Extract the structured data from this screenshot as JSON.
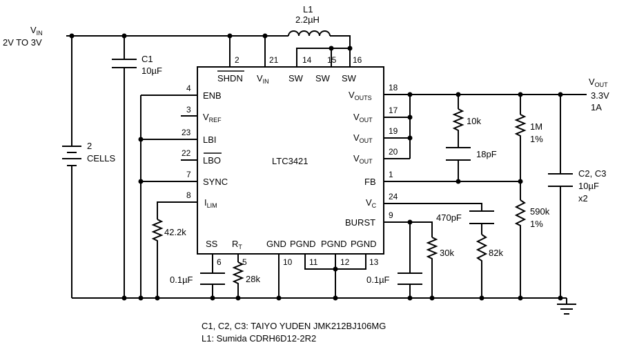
{
  "vin": {
    "name": "V",
    "sub": "IN",
    "desc": "2V TO 3V"
  },
  "vout": {
    "name": "V",
    "sub": "OUT",
    "v": "3.3V",
    "i": "1A"
  },
  "inductor": {
    "ref": "L1",
    "value": "2.2µH"
  },
  "c1": {
    "ref": "C1",
    "value": "10µF"
  },
  "battery": {
    "n": "2",
    "label": "CELLS"
  },
  "ic": {
    "name": "LTC3421"
  },
  "pins": {
    "enb": "ENB",
    "vref_v": "V",
    "vref_sub": "REF",
    "lbi": "LBI",
    "lbo": "LBO",
    "sync": "SYNC",
    "ilim_i": "I",
    "ilim_sub": "LIM",
    "shdn": "SHDN",
    "vin_v": "V",
    "vin_sub": "IN",
    "sw": "SW",
    "vouts_v": "V",
    "vouts_sub": "OUTS",
    "vout_v": "V",
    "vout_sub": "OUT",
    "fb": "FB",
    "vc_v": "V",
    "vc_sub": "C",
    "burst": "BURST",
    "ss": "SS",
    "rt_r": "R",
    "rt_sub": "T",
    "gnd": "GND",
    "pgnd": "PGND"
  },
  "pin_numbers": {
    "p2": "2",
    "p21": "21",
    "p14": "14",
    "p15": "15",
    "p16": "16",
    "p4": "4",
    "p3": "3",
    "p23": "23",
    "p22": "22",
    "p7": "7",
    "p8": "8",
    "p18": "18",
    "p17": "17",
    "p19": "19",
    "p20": "20",
    "p1": "1",
    "p24": "24",
    "p9": "9",
    "p6": "6",
    "p5": "5",
    "p10": "10",
    "p11": "11",
    "p12": "12",
    "p13": "13"
  },
  "parts": {
    "r_ilim": "42.2k",
    "c_ss": "0.1µF",
    "r_rt": "28k",
    "c_burst": "0.1µF",
    "r_burst": "30k",
    "c_vc": "470pF",
    "r_vc": "82k",
    "r_fb": "10k",
    "c_fb": "18pF",
    "r_top_val": "1M",
    "r_top_tol": "1%",
    "r_bot_val": "590k",
    "r_bot_tol": "1%",
    "c_out_ref": "C2, C3",
    "c_out_val": "10µF",
    "c_out_n": "x2"
  },
  "notes": {
    "line1": "C1, C2, C3: TAIYO YUDEN JMK212BJ106MG",
    "line2": "L1: Sumida CDRH6D12-2R2"
  }
}
